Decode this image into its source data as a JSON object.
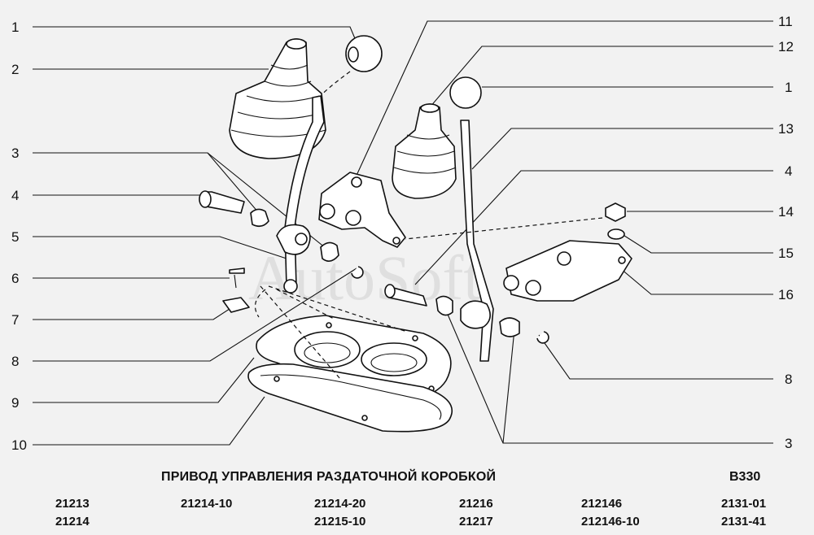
{
  "caption": {
    "title": "ПРИВОД УПРАВЛЕНИЯ РАЗДАТОЧНОЙ КОРОБКОЙ",
    "code": "B330"
  },
  "watermark": "AutoSoft",
  "callouts": [
    {
      "id": "left-1",
      "label": "1"
    },
    {
      "id": "left-2",
      "label": "2"
    },
    {
      "id": "left-3",
      "label": "3"
    },
    {
      "id": "left-4",
      "label": "4"
    },
    {
      "id": "left-5",
      "label": "5"
    },
    {
      "id": "left-6",
      "label": "6"
    },
    {
      "id": "left-7",
      "label": "7"
    },
    {
      "id": "left-8",
      "label": "8"
    },
    {
      "id": "left-9",
      "label": "9"
    },
    {
      "id": "left-10",
      "label": "10"
    },
    {
      "id": "right-11",
      "label": "11"
    },
    {
      "id": "right-12",
      "label": "12"
    },
    {
      "id": "right-1",
      "label": "1"
    },
    {
      "id": "right-13",
      "label": "13"
    },
    {
      "id": "right-4",
      "label": "4"
    },
    {
      "id": "right-14",
      "label": "14"
    },
    {
      "id": "right-15",
      "label": "15"
    },
    {
      "id": "right-16",
      "label": "16"
    },
    {
      "id": "right-8",
      "label": "8"
    },
    {
      "id": "right-3",
      "label": "3"
    }
  ],
  "models": [
    [
      "21213",
      "21214"
    ],
    [
      "21214-10"
    ],
    [
      "21214-20",
      "21215-10"
    ],
    [
      "21216",
      "21217"
    ],
    [
      "212146",
      "212146-10"
    ],
    [
      "2131-01",
      "2131-41"
    ]
  ]
}
